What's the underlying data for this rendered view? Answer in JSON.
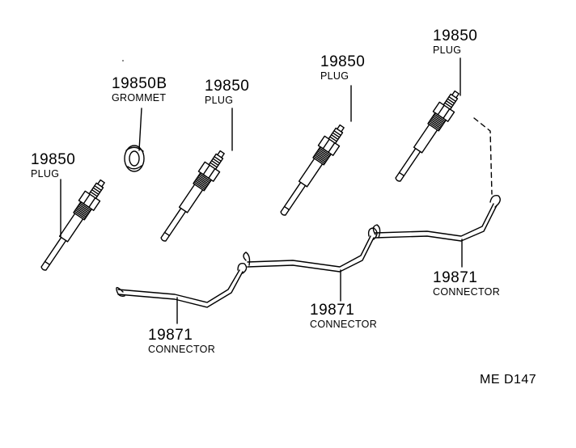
{
  "diagram": {
    "labels": [
      {
        "number": "19850",
        "name": "PLUG"
      },
      {
        "number": "19850B",
        "name": "GROMMET"
      },
      {
        "number": "19850",
        "name": "PLUG"
      },
      {
        "number": "19850",
        "name": "PLUG"
      },
      {
        "number": "19850",
        "name": "PLUG"
      },
      {
        "number": "19871",
        "name": "CONNECTOR"
      },
      {
        "number": "19871",
        "name": "CONNECTOR"
      },
      {
        "number": "19871",
        "name": "CONNECTOR"
      }
    ],
    "figure_code": "ME D147"
  }
}
